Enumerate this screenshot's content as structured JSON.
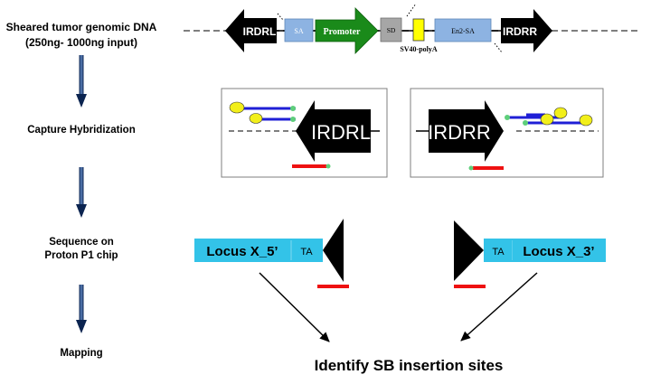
{
  "steps": {
    "step1_line1": "Sheared tumor genomic DNA",
    "step1_line2": "(250ng- 1000ng  input)",
    "step2": "Capture Hybridization",
    "step3_line1": "Sequence on",
    "step3_line2": "Proton P1 chip",
    "step4": "Mapping"
  },
  "construct": {
    "irdrl": "IRDRL",
    "sa": "SA",
    "promoter": "Promoter",
    "sd": "SD",
    "sv40": "SV40-polyA",
    "en2sa": "En2-SA",
    "irdrr": "IRDRR"
  },
  "capture": {
    "left_label": "IRDRL",
    "right_label": "IRDRR"
  },
  "sequence": {
    "left_locus": "Locus X_5’",
    "left_ta": "TA",
    "right_ta": "TA",
    "right_locus": "Locus X_3’"
  },
  "result": {
    "title": "Identify SB insertion sites"
  },
  "colors": {
    "arrow_black": "#000000",
    "sa_box": "#8db3e2",
    "promoter": "#1a8a1a",
    "sd_box": "#a6a6a6",
    "polya": "#ffff00",
    "locus": "#33c3e8",
    "probe_blue": "#1f1fd6",
    "bead_yellow": "#f2ef1a",
    "red_bar": "#ee1111",
    "flow_arrow": "#0d2a5c"
  }
}
